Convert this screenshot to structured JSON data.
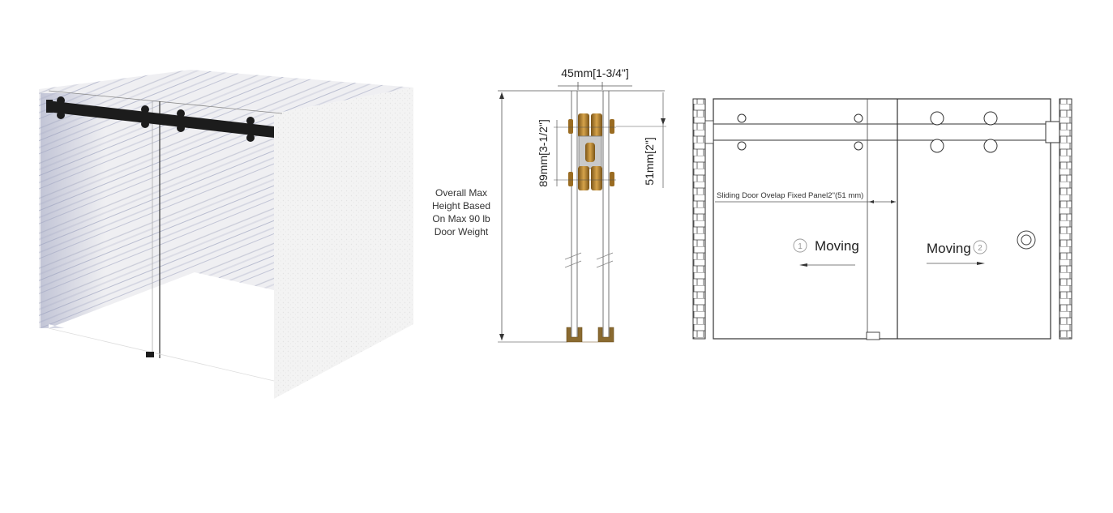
{
  "render": {
    "colors": {
      "wall": "#f1f1f1",
      "wall_shade": "#e8e8ec",
      "streak": "#b4b8cc",
      "hardware": "#1c1c1c",
      "floor": "#ffffff"
    }
  },
  "section_view": {
    "width_label": "45mm[1-3/4\"]",
    "roller_spacing_label": "89mm[3-1/2\"]",
    "top_offset_label": "51mm[2\"]",
    "height_note": [
      "Overall Max",
      "Height Based",
      "On Max 90 lb",
      "Door Weight"
    ],
    "colors": {
      "roller": "#b8862e",
      "roller_dark": "#7a5418",
      "guide": "#8a6a30",
      "line": "#555555"
    }
  },
  "elevation_view": {
    "overlap_label": "Sliding Door Ovelap Fixed Panel2\"(51 mm)",
    "left_panel": {
      "number": "1",
      "label": "Moving",
      "direction": "left"
    },
    "right_panel": {
      "number": "2",
      "label": "Moving",
      "direction": "right"
    },
    "colors": {
      "line": "#333333",
      "light_line": "#888888"
    }
  }
}
